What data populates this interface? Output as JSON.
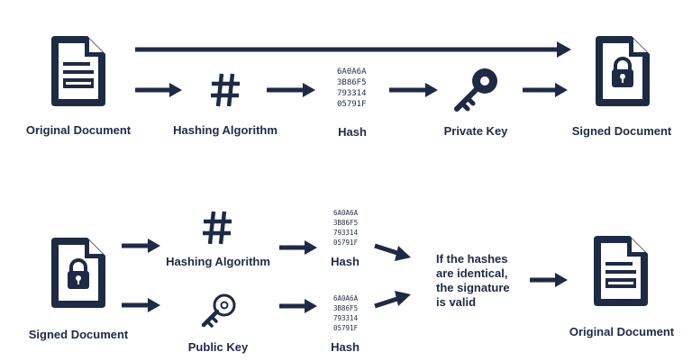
{
  "colors": {
    "ink": "#1f2a44",
    "background": "#ffffff"
  },
  "signing": {
    "original_document_label": "Original Document",
    "hashing_algorithm_label": "Hashing Algorithm",
    "hash_label": "Hash",
    "hash_lines": [
      "6A0A6A",
      "3B86F5",
      "793314",
      "05791F"
    ],
    "private_key_label": "Private Key",
    "signed_document_label": "Signed Document"
  },
  "verification": {
    "signed_document_label": "Signed Document",
    "hashing_algorithm_label": "Hashing Algorithm",
    "public_key_label": "Public Key",
    "hash_top_label": "Hash",
    "hash_top_lines": [
      "6A0A6A",
      "3B86F5",
      "793314",
      "05791F"
    ],
    "hash_bottom_label": "Hash",
    "hash_bottom_lines": [
      "6A0A6A",
      "3B86F5",
      "793314",
      "05791F"
    ],
    "conclusion_lines": [
      "If the hashes",
      "are identical,",
      "the signature",
      "is valid"
    ],
    "original_document_label": "Original Document"
  },
  "icons": [
    "document-icon",
    "hash-symbol-icon",
    "key-icon",
    "lock-document-icon",
    "arrow-icon"
  ]
}
